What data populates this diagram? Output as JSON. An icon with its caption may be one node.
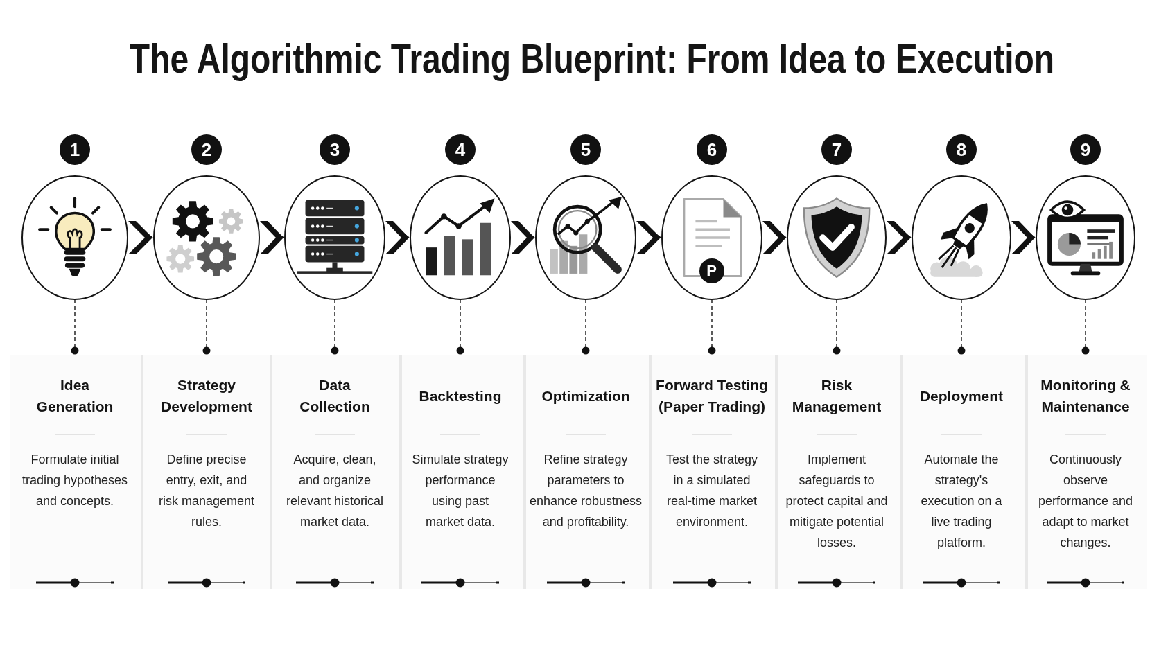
{
  "diagram": {
    "title": "The Algorithmic Trading Blueprint: From Idea to Execution",
    "nodes": [
      {
        "text": [
          "1"
        ]
      },
      {
        "text": [],
        "shape": "circle"
      },
      {
        "text": [
          "Idea Generation",
          "Formulate initial trading hypotheses and concepts."
        ]
      },
      {
        "text": [
          "2"
        ]
      },
      {
        "text": [],
        "shape": "circle"
      },
      {
        "text": [
          "Strategy Development",
          "Define precise entry, exit, and risk management rules."
        ]
      },
      {
        "text": [
          "3"
        ]
      },
      {
        "text": [],
        "shape": "circle"
      },
      {
        "text": [
          "Data Collection",
          "Acquire, clean, and organize relevant historical market data."
        ]
      },
      {
        "text": [
          "4"
        ]
      },
      {
        "text": [],
        "shape": "circle"
      },
      {
        "text": [
          "Backtesting",
          "Simulate strategy performance using past market data."
        ]
      },
      {
        "text": [
          "5"
        ]
      },
      {
        "text": [],
        "shape": "circle"
      },
      {
        "text": [
          "Optimization",
          "Refine strategy parameters to enhance robustness and profitability."
        ]
      },
      {
        "text": [
          "6"
        ]
      },
      {
        "text": [],
        "shape": "circle"
      },
      {
        "text": [
          "Forward Testing (Paper Trading)",
          "Test the strategy in a simulated real-time market environment."
        ]
      },
      {
        "text": [
          "7"
        ]
      },
      {
        "text": [],
        "shape": "circle"
      },
      {
        "text": [
          "Risk Management",
          "Implement safeguards to protect capital and mitigate potential losses."
        ]
      },
      {
        "text": [
          "8"
        ]
      },
      {
        "text": [],
        "shape": "circle"
      },
      {
        "text": [
          "Deployment",
          "Automate the strategy's execution on a live trading platform."
        ]
      },
      {
        "text": [
          "9"
        ]
      },
      {
        "text": [],
        "shape": "circle"
      },
      {
        "text": [
          "Monitoring & Maintenance",
          "Continuously observe performance and adapt to market changes."
        ]
      }
    ],
    "edges": [
      {
        "from": 1,
        "to": 4,
        "arrow": "to"
      },
      {
        "from": 4,
        "to": 7,
        "arrow": "to"
      },
      {
        "from": 7,
        "to": 10,
        "arrow": "to"
      },
      {
        "from": 10,
        "to": 13,
        "arrow": "to"
      },
      {
        "from": 13,
        "to": 16,
        "arrow": "to"
      },
      {
        "from": 16,
        "to": 19,
        "arrow": "to"
      },
      {
        "from": 19,
        "to": 22,
        "arrow": "to"
      },
      {
        "from": 22,
        "to": 25,
        "arrow": "to"
      },
      {
        "from": 1,
        "to": 2,
        "arrow": "other",
        "style": "dashed"
      },
      {
        "from": 4,
        "to": 5,
        "arrow": "other",
        "style": "dashed"
      },
      {
        "from": 7,
        "to": 8,
        "arrow": "other",
        "style": "dashed"
      },
      {
        "from": 10,
        "to": 11,
        "arrow": "other",
        "style": "dashed"
      },
      {
        "from": 13,
        "to": 14,
        "arrow": "other",
        "style": "dashed"
      },
      {
        "from": 16,
        "to": 17,
        "arrow": "other",
        "style": "dashed"
      },
      {
        "from": 19,
        "to": 20,
        "arrow": "other",
        "style": "dashed"
      },
      {
        "from": 22,
        "to": 23,
        "arrow": "other",
        "style": "dashed"
      },
      {
        "from": 25,
        "to": 26,
        "arrow": "other",
        "style": "dashed"
      }
    ],
    "labels": [
      "P"
    ]
  }
}
